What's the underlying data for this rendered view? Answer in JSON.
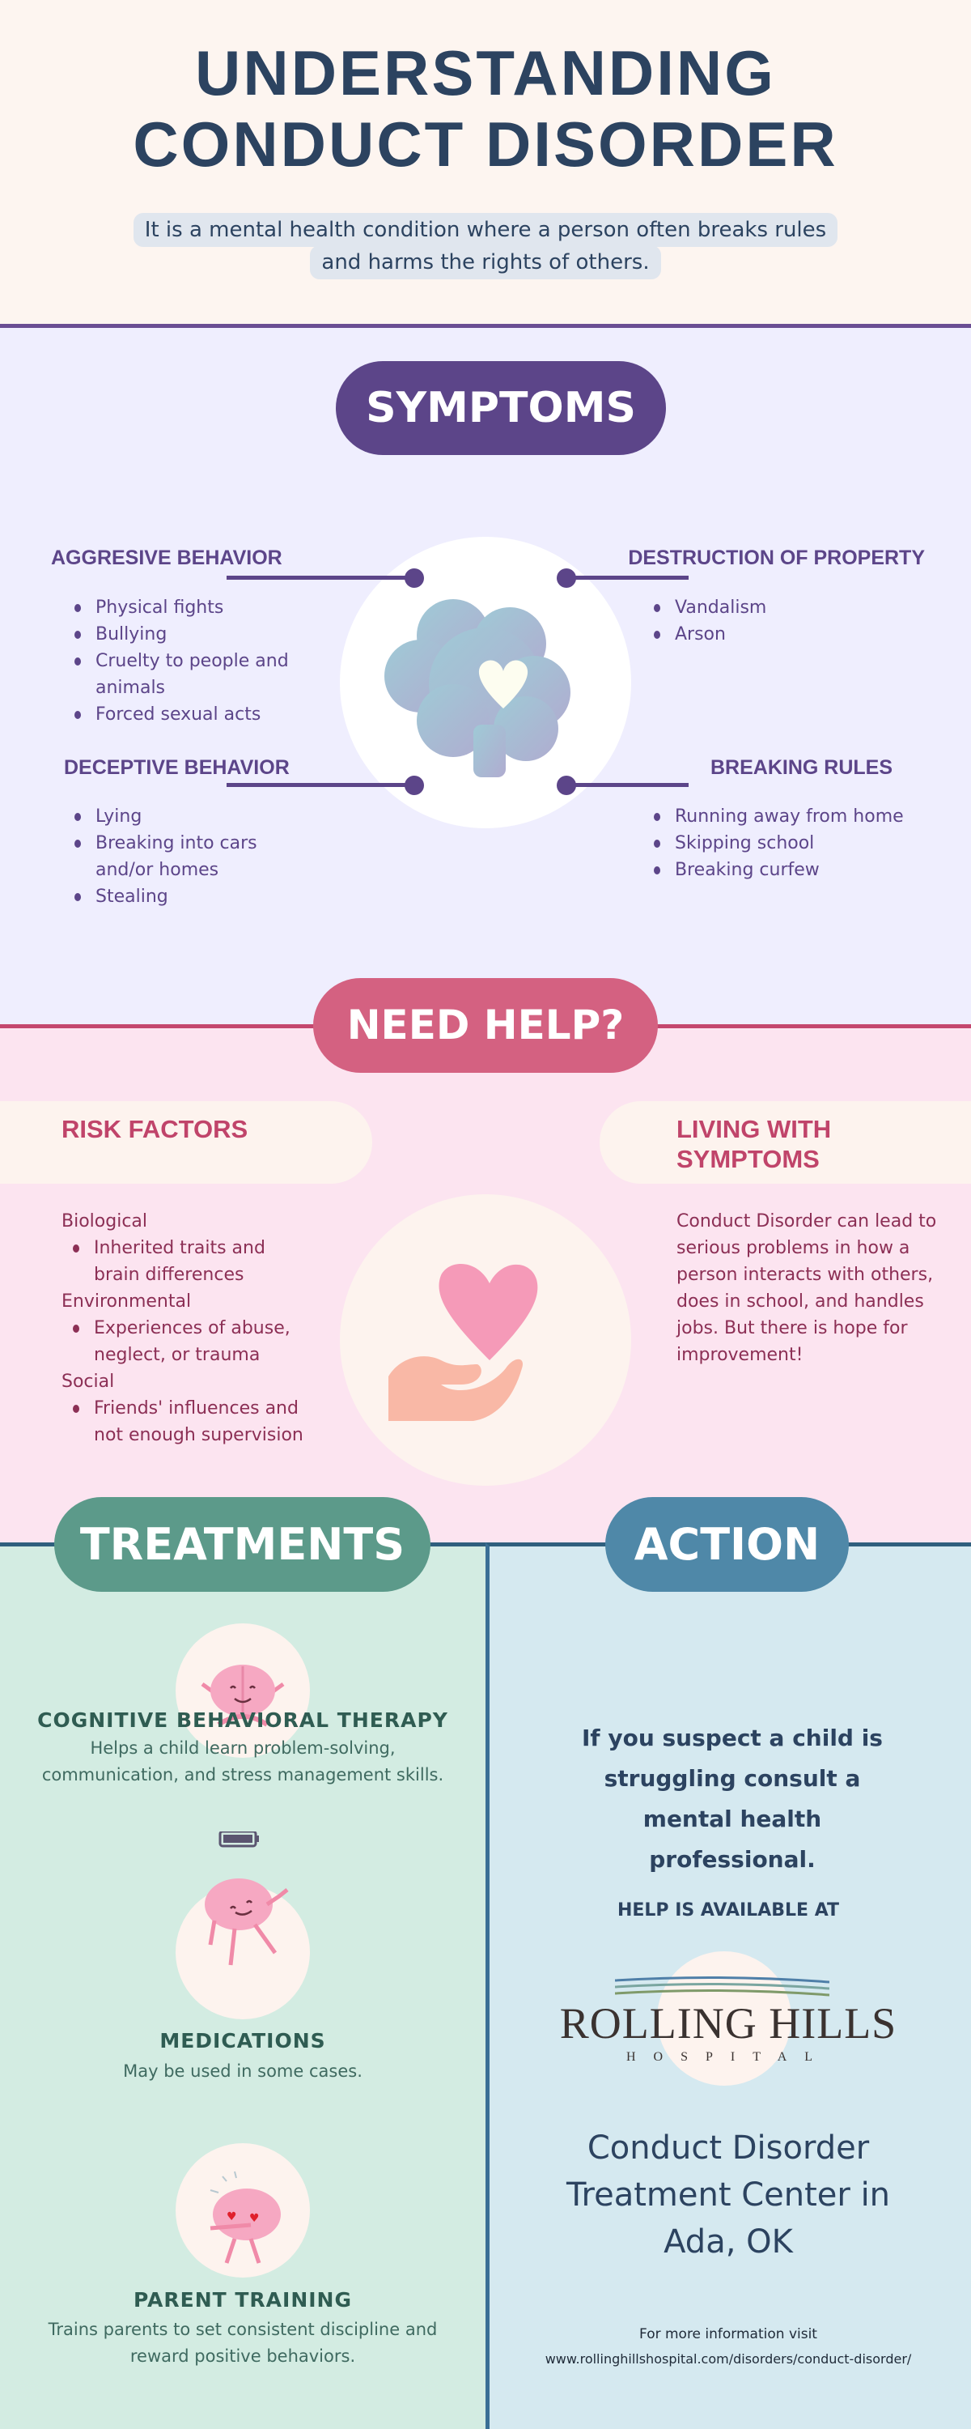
{
  "header": {
    "title_line1": "UNDERSTANDING",
    "title_line2": "CONDUCT DISORDER",
    "subtitle": "It is a mental health condition where a person often breaks rules and harms the rights of others."
  },
  "symptoms": {
    "heading": "SYMPTOMS",
    "groups": [
      {
        "title": "AGGRESIVE BEHAVIOR",
        "items": [
          "Physical fights",
          "Bullying",
          "Cruelty to people and animals",
          "Forced sexual acts"
        ]
      },
      {
        "title": "DESTRUCTION OF PROPERTY",
        "items": [
          "Vandalism",
          "Arson"
        ]
      },
      {
        "title": "DECEPTIVE BEHAVIOR",
        "items": [
          "Lying",
          "Breaking into cars and/or homes",
          "Stealing"
        ]
      },
      {
        "title": "BREAKING RULES",
        "items": [
          "Running away from home",
          "Skipping school",
          "Breaking curfew"
        ]
      }
    ]
  },
  "need_help": {
    "heading": "NEED HELP?",
    "risk_factors": {
      "title": "RISK FACTORS",
      "categories": [
        {
          "name": "Biological",
          "items": [
            "Inherited traits and brain differences"
          ]
        },
        {
          "name": "Environmental",
          "items": [
            "Experiences of abuse, neglect, or trauma"
          ]
        },
        {
          "name": "Social",
          "items": [
            "Friends' influences and not enough supervision"
          ]
        }
      ]
    },
    "living": {
      "title": "LIVING WITH SYMPTOMS",
      "text": "Conduct Disorder can lead to serious problems in how a person interacts with others, does in school, and handles jobs. But there is hope for improvement!"
    }
  },
  "treatments": {
    "heading": "TREATMENTS",
    "items": [
      {
        "title": "COGNITIVE BEHAVIORAL THERAPY",
        "desc": "Helps a child learn problem-solving, communication, and stress management skills."
      },
      {
        "title": "MEDICATIONS",
        "desc": "May be used in some cases."
      },
      {
        "title": "PARENT TRAINING",
        "desc": "Trains parents to set consistent discipline and reward positive behaviors."
      }
    ]
  },
  "action": {
    "heading": "ACTION",
    "message": "If you suspect a child is struggling consult a mental health professional.",
    "help_label": "HELP IS AVAILABLE AT",
    "logo": {
      "name": "ROLLING HILLS",
      "sub": "HOSPITAL"
    },
    "center": "Conduct Disorder Treatment Center in Ada, OK",
    "more_info": "For more information visit",
    "url": "www.rollinghillshospital.com/disorders/conduct-disorder/"
  },
  "colors": {
    "navy": "#2c4360",
    "purple": "#5c4589",
    "pink": "#d46181",
    "teal": "#5c9a8a",
    "blue": "#4f88a8"
  }
}
